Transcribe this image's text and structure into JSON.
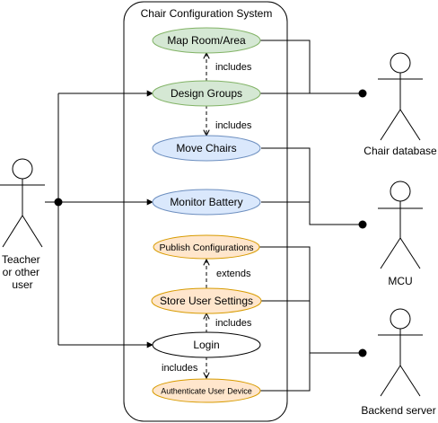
{
  "system_title": "Chair Configuration System",
  "actors": {
    "teacher": "Teacher\nor other\nuser",
    "chair_database": "Chair database",
    "mcu": "MCU",
    "backend_server": "Backend server"
  },
  "use_cases": {
    "map_room": "Map Room/Area",
    "design_groups": "Design Groups",
    "move_chairs": "Move Chairs",
    "monitor_battery": "Monitor Battery",
    "publish_configurations": "Publish Configurations",
    "store_user_settings": "Store User Settings",
    "login": "Login",
    "authenticate_user_device": "Authenticate User Device"
  },
  "relations": {
    "includes_map": "includes",
    "includes_move": "includes",
    "extends_publish": "extends",
    "includes_store": "includes",
    "includes_auth": "includes"
  },
  "colors": {
    "green_fill": "#d5e8d4",
    "green_stroke": "#82b366",
    "blue_fill": "#dae8fc",
    "blue_stroke": "#6c8ebf",
    "orange_fill": "#ffe6cc",
    "orange_stroke": "#d79b00",
    "white_fill": "#ffffff",
    "black_stroke": "#000000"
  }
}
